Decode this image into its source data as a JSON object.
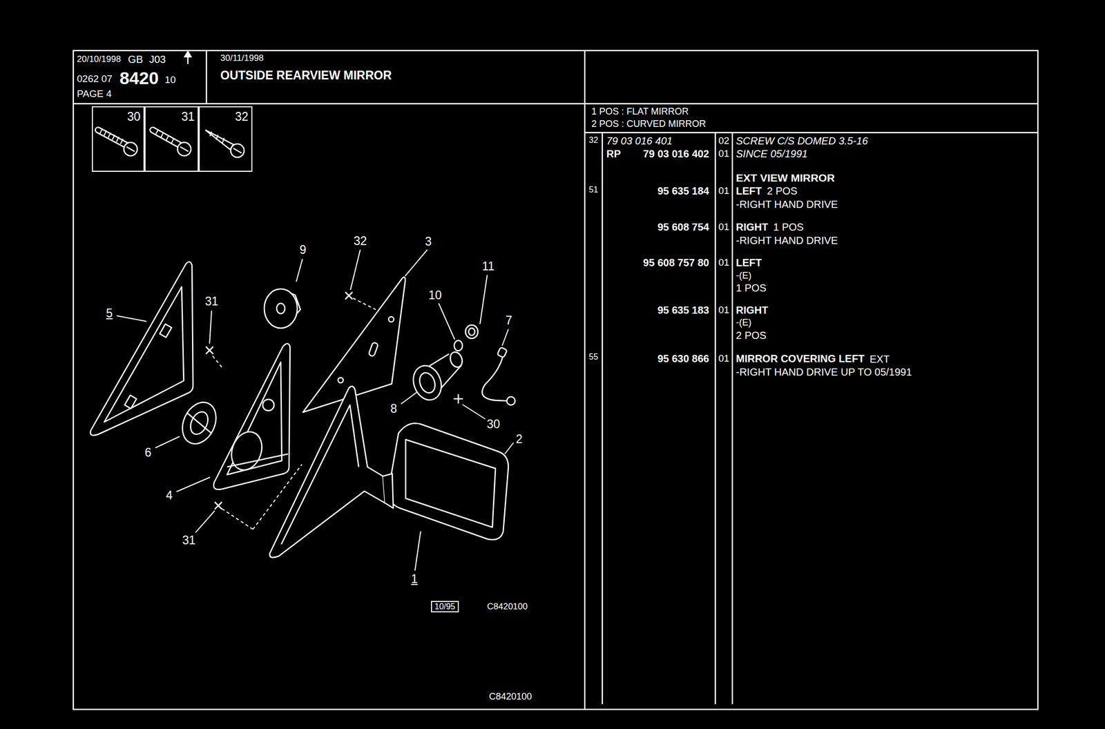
{
  "diagram": {
    "title": "OUTSIDE REARVIEW MIRROR",
    "nodes": [
      {
        "text": [
          "20/10/1998",
          "GB",
          "J03",
          "0262 07",
          "8420",
          "10",
          "PAGE 4"
        ]
      },
      {
        "text": [
          "30/11/1998"
        ]
      },
      {
        "text": [
          "1 POS : FLAT MIRROR",
          "2 POS : CURVED MIRROR"
        ]
      },
      {
        "text": [
          "30"
        ]
      },
      {
        "text": [
          "31"
        ]
      },
      {
        "text": [
          "32"
        ]
      }
    ],
    "labels": [
      "9",
      "32",
      "3",
      "11",
      "10",
      "7",
      "5",
      "31",
      "31",
      "6",
      "8",
      "30",
      "4",
      "2",
      "1",
      "10/95",
      "C8420100",
      "C8420100",
      "32",
      "79 03 016 401",
      "02",
      "SCREW C/S DOMED 3.5-16",
      "RP",
      "79 03 016 402",
      "01",
      "SINCE 05/1991",
      "EXT VIEW MIRROR",
      "51",
      "95 635 184",
      "01",
      "LEFT",
      "2 POS",
      "-RIGHT HAND DRIVE",
      "95 608 754",
      "01",
      "RIGHT",
      "1 POS",
      "-RIGHT HAND DRIVE",
      "95 608 757 80",
      "01",
      "LEFT",
      "-(E)",
      "1 POS",
      "95 635 183",
      "01",
      "RIGHT",
      "-(E)",
      "2 POS",
      "55",
      "95 630 866",
      "01",
      "MIRROR COVERING LEFT",
      "EXT",
      "-RIGHT HAND DRIVE UP TO 05/1991"
    ]
  }
}
